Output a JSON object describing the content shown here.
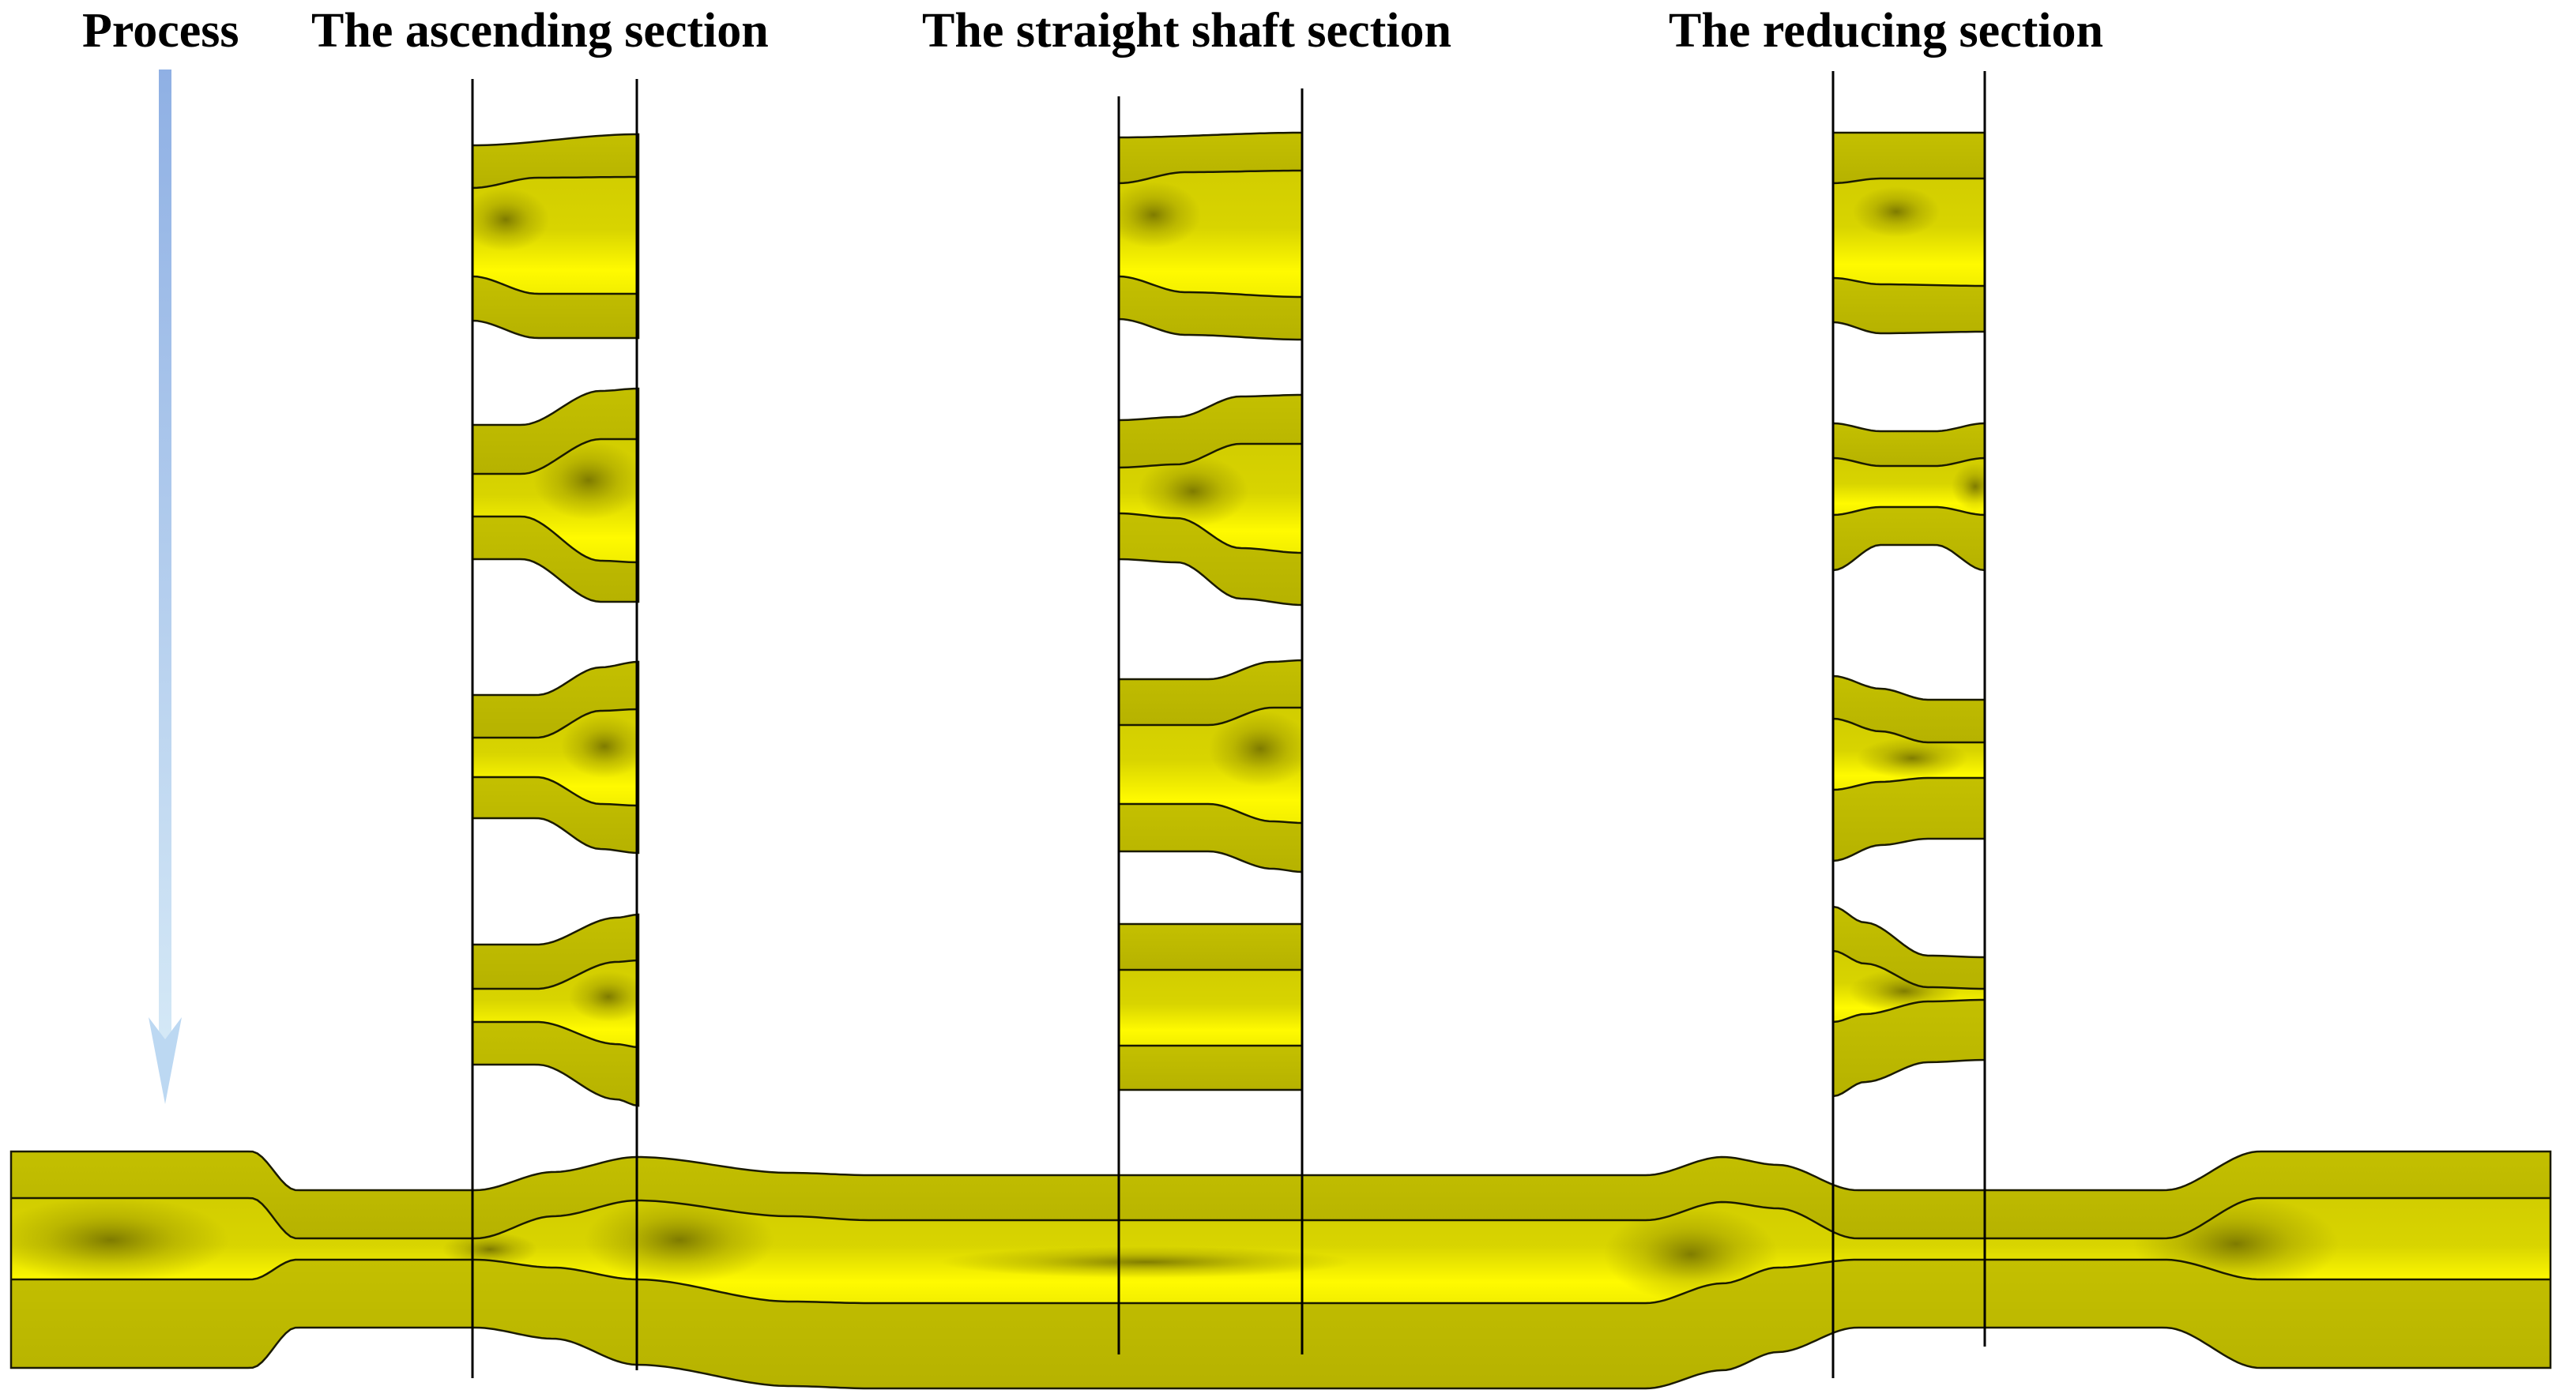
{
  "labels": {
    "process": "Process",
    "ascending": "The ascending section",
    "straight": "The straight shaft section",
    "reducing": "The reducing section"
  },
  "colors": {
    "fill": "#c4c000",
    "highlight": "#fffa00",
    "shadow": "#7d7a00",
    "outline": "#1a1a00",
    "arrow_top": "#8fb0e4",
    "arrow_bottom": "#d4e8f6"
  }
}
